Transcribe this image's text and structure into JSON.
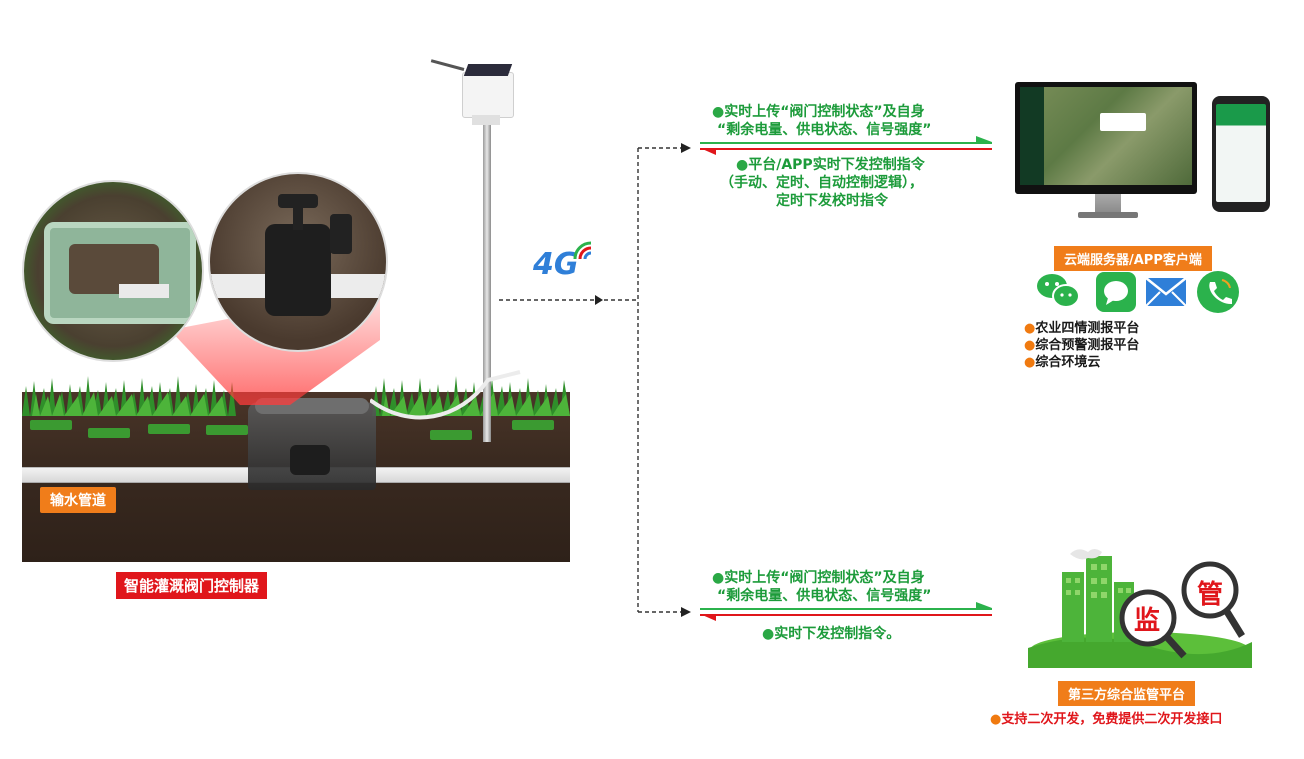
{
  "colors": {
    "accent_green": "#1c9b3a",
    "arrow_green": "#2bb24c",
    "arrow_red": "#e0161b",
    "label_orange": "#f07d1a",
    "label_red": "#e0161b"
  },
  "signal_label": "4G",
  "labels": {
    "pipe": "输水管道",
    "device": "智能灌溉阀门控制器",
    "cloud": "云端服务器/APP客户端",
    "third_party": "第三方综合监管平台",
    "jianguan_1": "监",
    "jianguan_2": "管"
  },
  "top_flow": {
    "upload_line1": "实时上传“阀门控制状态”及自身",
    "upload_line2": "“剩余电量、供电状态、信号强度”",
    "download_line1": "平台/APP实时下发控制指令",
    "download_line2": "（手动、定时、自动控制逻辑），",
    "download_line3": "定时下发校时指令"
  },
  "bottom_flow": {
    "upload_line1": "实时上传“阀门控制状态”及自身",
    "upload_line2": "“剩余电量、供电状态、信号强度”",
    "download_line1": "实时下发控制指令。"
  },
  "platforms": [
    "农业四情测报平台",
    "综合预警测报平台",
    "综合环境云"
  ],
  "app_icons": [
    "wechat-icon",
    "message-icon",
    "mail-icon",
    "phone-icon"
  ],
  "support_note": "支持二次开发，免费提供二次开发接口"
}
